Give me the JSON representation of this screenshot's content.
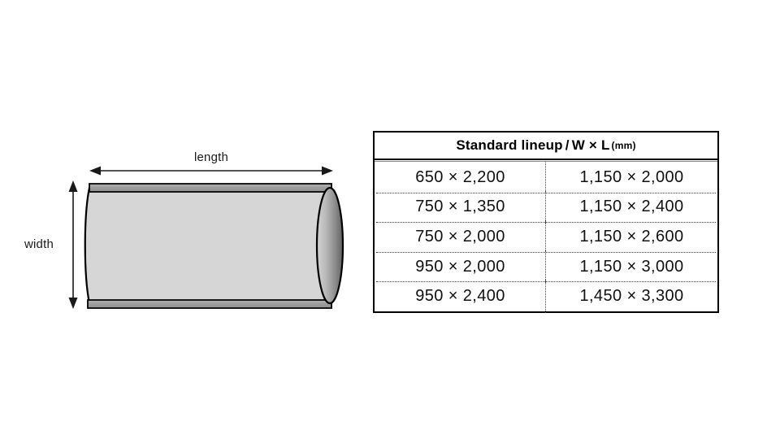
{
  "diagram": {
    "name": "product-roll-diagram",
    "length_label": "length",
    "width_label": "width",
    "colors": {
      "body_fill": "#d6d6d6",
      "strip_fill": "#a0a0a0",
      "endcap_dark": "#6e6e6e",
      "outline": "#000000"
    }
  },
  "table": {
    "header": {
      "title": "Standard lineup",
      "separator": "/",
      "dimensions": "W × L",
      "unit": "(mm)"
    },
    "columns": [
      "left",
      "right"
    ],
    "rows": [
      {
        "left": "650 × 2,200",
        "right": "1,150 × 2,000"
      },
      {
        "left": "750 × 1,350",
        "right": "1,150 × 2,400"
      },
      {
        "left": "750 × 2,000",
        "right": "1,150 × 2,600"
      },
      {
        "left": "950 × 2,000",
        "right": "1,150 × 3,000"
      },
      {
        "left": "950 × 2,400",
        "right": "1,450 × 3,300"
      }
    ]
  }
}
